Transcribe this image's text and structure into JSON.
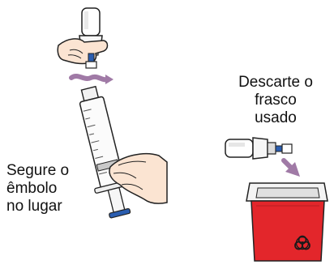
{
  "labels": {
    "hold_plunger": [
      "Segure o",
      "êmbolo",
      "no lugar"
    ],
    "discard_vial": [
      "Descarte o",
      "frasco",
      "usado"
    ]
  },
  "colors": {
    "bin_red": "#e3262b",
    "bin_lid": "#f4f4f4",
    "arrow": "#a07aa6",
    "plunger_blue": "#2a5db0",
    "skin": "#fbe4d2",
    "outline": "#222222"
  },
  "icons": {
    "hazard": "biohazard-icon"
  }
}
